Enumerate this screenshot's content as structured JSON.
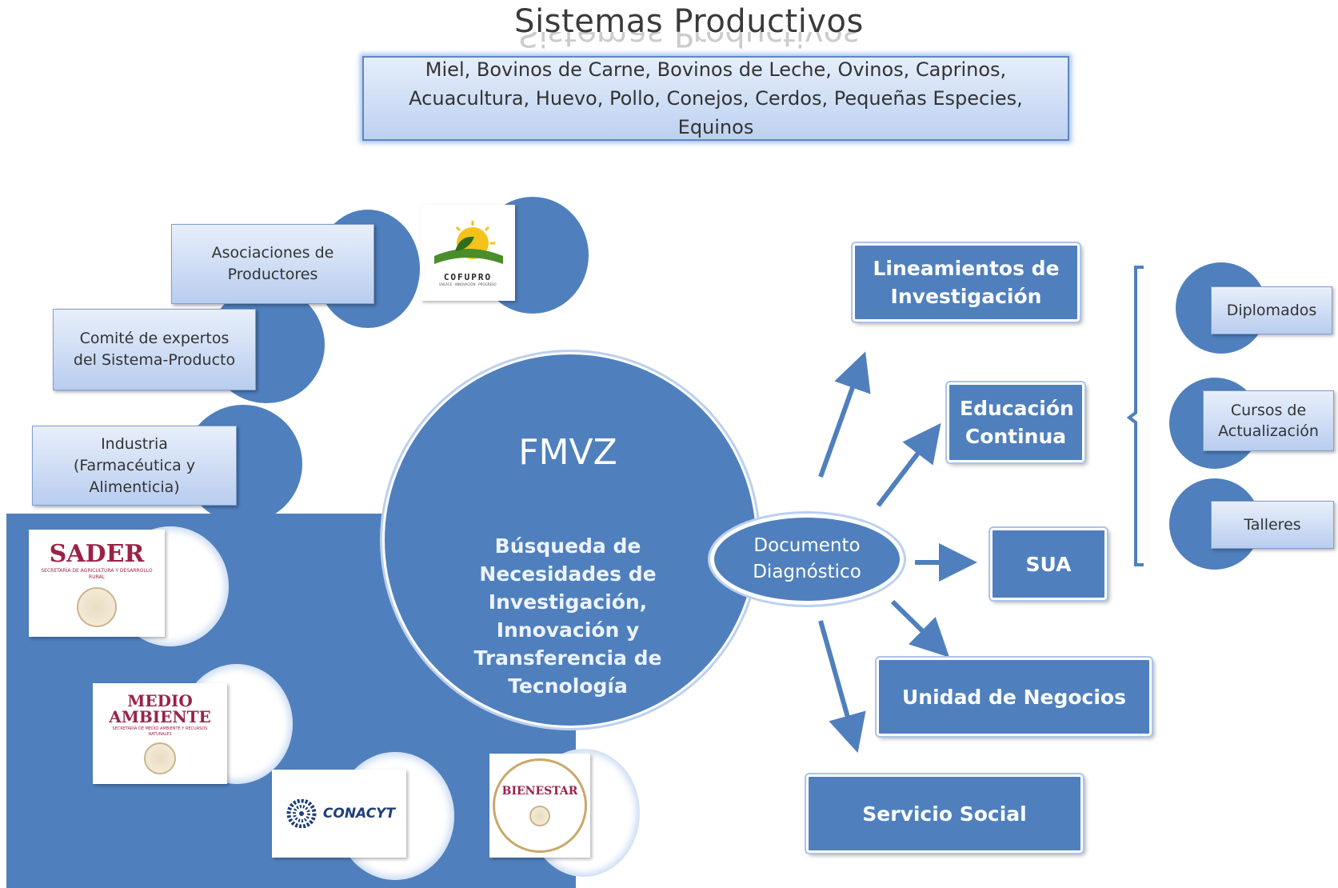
{
  "header": {
    "title": "Sistemas Productivos",
    "products": "Miel, Bovinos de Carne, Bovinos de Leche, Ovinos, Caprinos, Acuacultura, Huevo, Pollo, Conejos, Cerdos, Pequeñas Especies, Equinos"
  },
  "left": {
    "asociaciones": "Asociaciones de Productores",
    "comite": "Comité de expertos del Sistema-Producto",
    "industria": "Industria (Farmacéutica y Alimenticia)"
  },
  "logos": {
    "cofupro": "COFUPRO",
    "cofupro_tagline": "ENLACE · INNOVACIÓN · PROGRESO",
    "sader": "SADER",
    "sader_sub": "SECRETARÍA DE AGRICULTURA Y DESARROLLO RURAL",
    "medio": "MEDIO AMBIENTE",
    "medio_sub": "SECRETARÍA DE MEDIO AMBIENTE Y RECURSOS NATURALES",
    "conacyt": "CONACYT",
    "bienestar": "BIENESTAR"
  },
  "center": {
    "title": "FMVZ",
    "subtitle": "Búsqueda de Necesidades de Investigación, Innovación y Transferencia de Tecnología",
    "document": "Documento Diagnóstico"
  },
  "right": {
    "lineamientos": "Lineamientos de Investigación",
    "educacion": "Educación Continua",
    "sua": "SUA",
    "negocios": "Unidad de Negocios",
    "servicio": "Servicio Social"
  },
  "education_items": {
    "diplomados": "Diplomados",
    "cursos": "Cursos de Actualización",
    "talleres": "Talleres"
  },
  "colors": {
    "primary_blue": "#4f80bd",
    "light_box": "#c9d9f2",
    "sader_red": "#9b2247"
  }
}
